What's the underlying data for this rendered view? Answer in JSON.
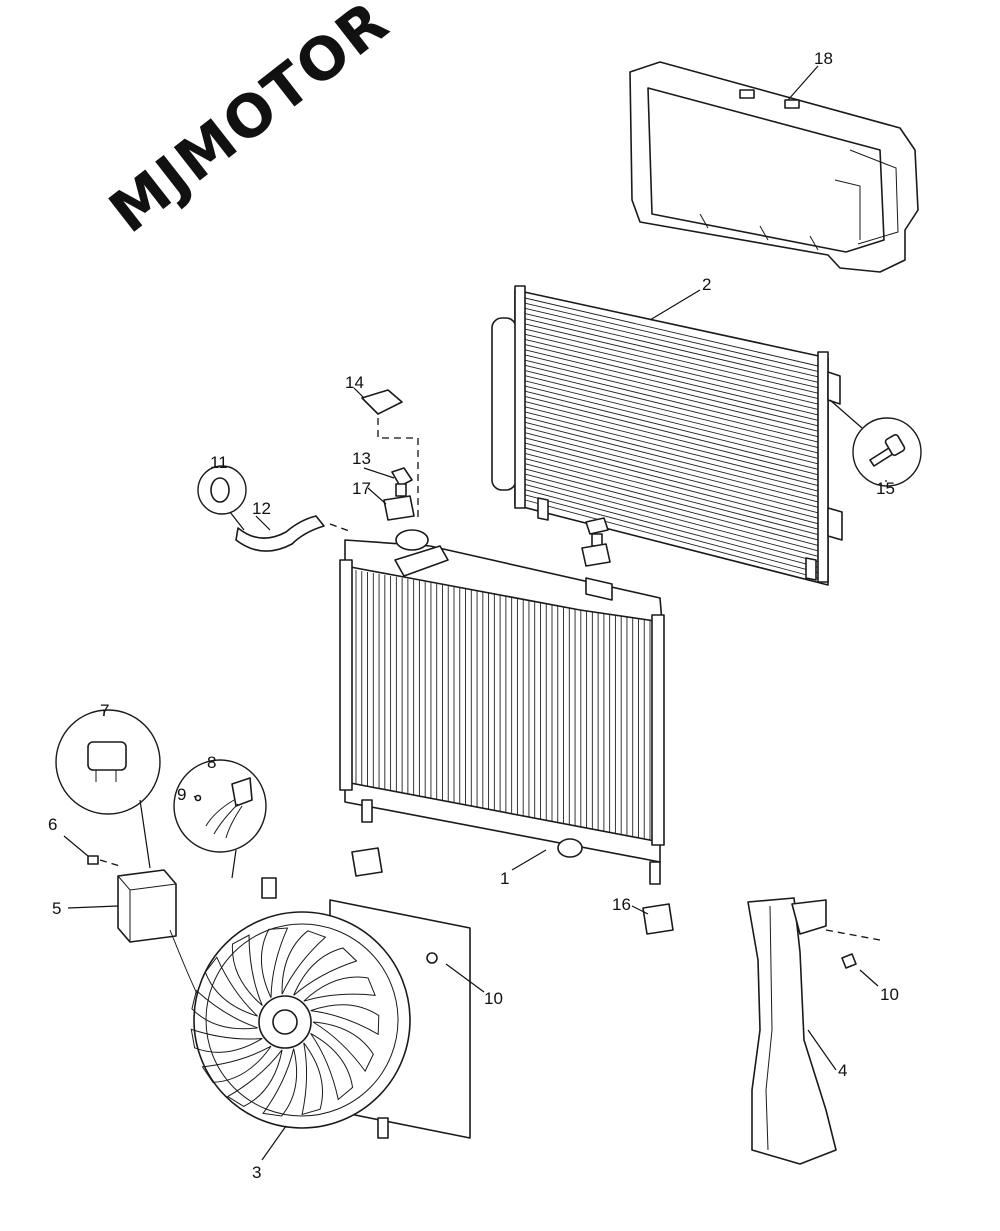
{
  "watermark": {
    "text": "MJMOTOR"
  },
  "callouts": [
    {
      "id": "c1",
      "label": "1"
    },
    {
      "id": "c2",
      "label": "2"
    },
    {
      "id": "c3",
      "label": "3"
    },
    {
      "id": "c4",
      "label": "4"
    },
    {
      "id": "c5",
      "label": "5"
    },
    {
      "id": "c6",
      "label": "6"
    },
    {
      "id": "c7",
      "label": "7"
    },
    {
      "id": "c8",
      "label": "8"
    },
    {
      "id": "c9",
      "label": "9"
    },
    {
      "id": "c10a",
      "label": "10"
    },
    {
      "id": "c10b",
      "label": "10"
    },
    {
      "id": "c11",
      "label": "11"
    },
    {
      "id": "c12",
      "label": "12"
    },
    {
      "id": "c13",
      "label": "13"
    },
    {
      "id": "c14",
      "label": "14"
    },
    {
      "id": "c15",
      "label": "15"
    },
    {
      "id": "c16",
      "label": "16"
    },
    {
      "id": "c17",
      "label": "17"
    },
    {
      "id": "c18",
      "label": "18"
    }
  ]
}
